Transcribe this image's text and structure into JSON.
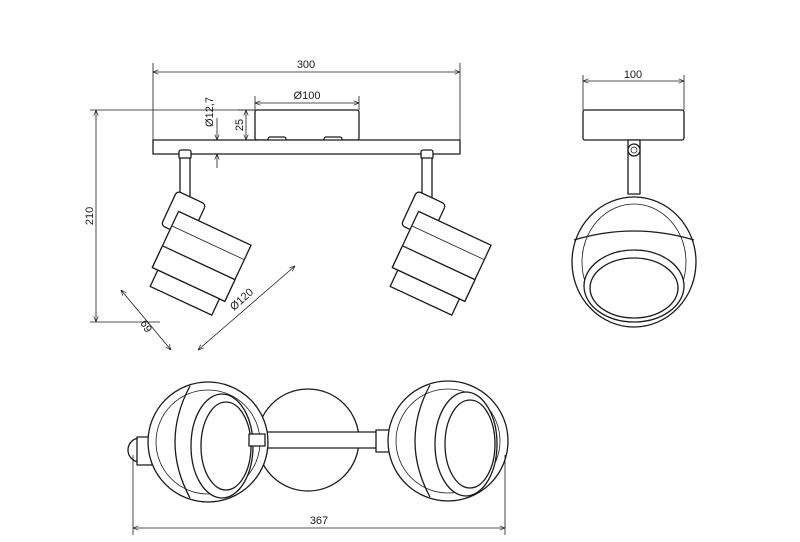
{
  "dimensions": {
    "overall_width": "300",
    "canopy_diameter": "Ø100",
    "bar_thickness": "Ø12,7",
    "canopy_height": "25",
    "overall_height": "210",
    "shade_depth": "69",
    "shade_diameter": "Ø120",
    "side_canopy_width": "100",
    "max_spread": "367"
  },
  "colors": {
    "line": "#1a1a1a",
    "background": "#ffffff"
  }
}
